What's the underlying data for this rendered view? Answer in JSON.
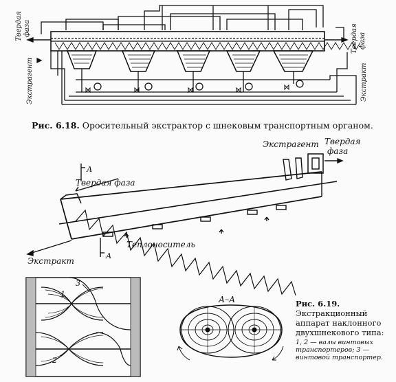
{
  "figure_618": {
    "caption_number": "Рис. 6.18.",
    "caption_text": "Оросительный экстрактор с шнековым транспортным органом.",
    "label_solid_left_line1": "Твердая",
    "label_solid_left_line2": "фаза",
    "label_extractant_left": "Экстрагент",
    "label_solid_right_line1": "Твердая",
    "label_solid_right_line2": "фаза",
    "label_extract_right": "Экстракт"
  },
  "figure_619_top": {
    "label_extractant": "Экстрагент",
    "label_solid_top_line1": "Твердая",
    "label_solid_top_line2": "фаза",
    "label_solid_phase": "Твердая фаза",
    "label_section_a_top": "А",
    "label_section_a_bottom": "А",
    "label_extract": "Экстракт",
    "label_coolant": "Теплоноситель"
  },
  "figure_619_bottom": {
    "label_1": "1",
    "label_2": "2",
    "label_3": "3",
    "section_label": "А–А"
  },
  "caption_619": {
    "number": "Рис. 6.19.",
    "title": "Экстракционный аппарат наклонного двухшнекового типа:",
    "legend": "1, 2 — валы винтовых транспортеров; 3 — винтовой транспортер."
  }
}
